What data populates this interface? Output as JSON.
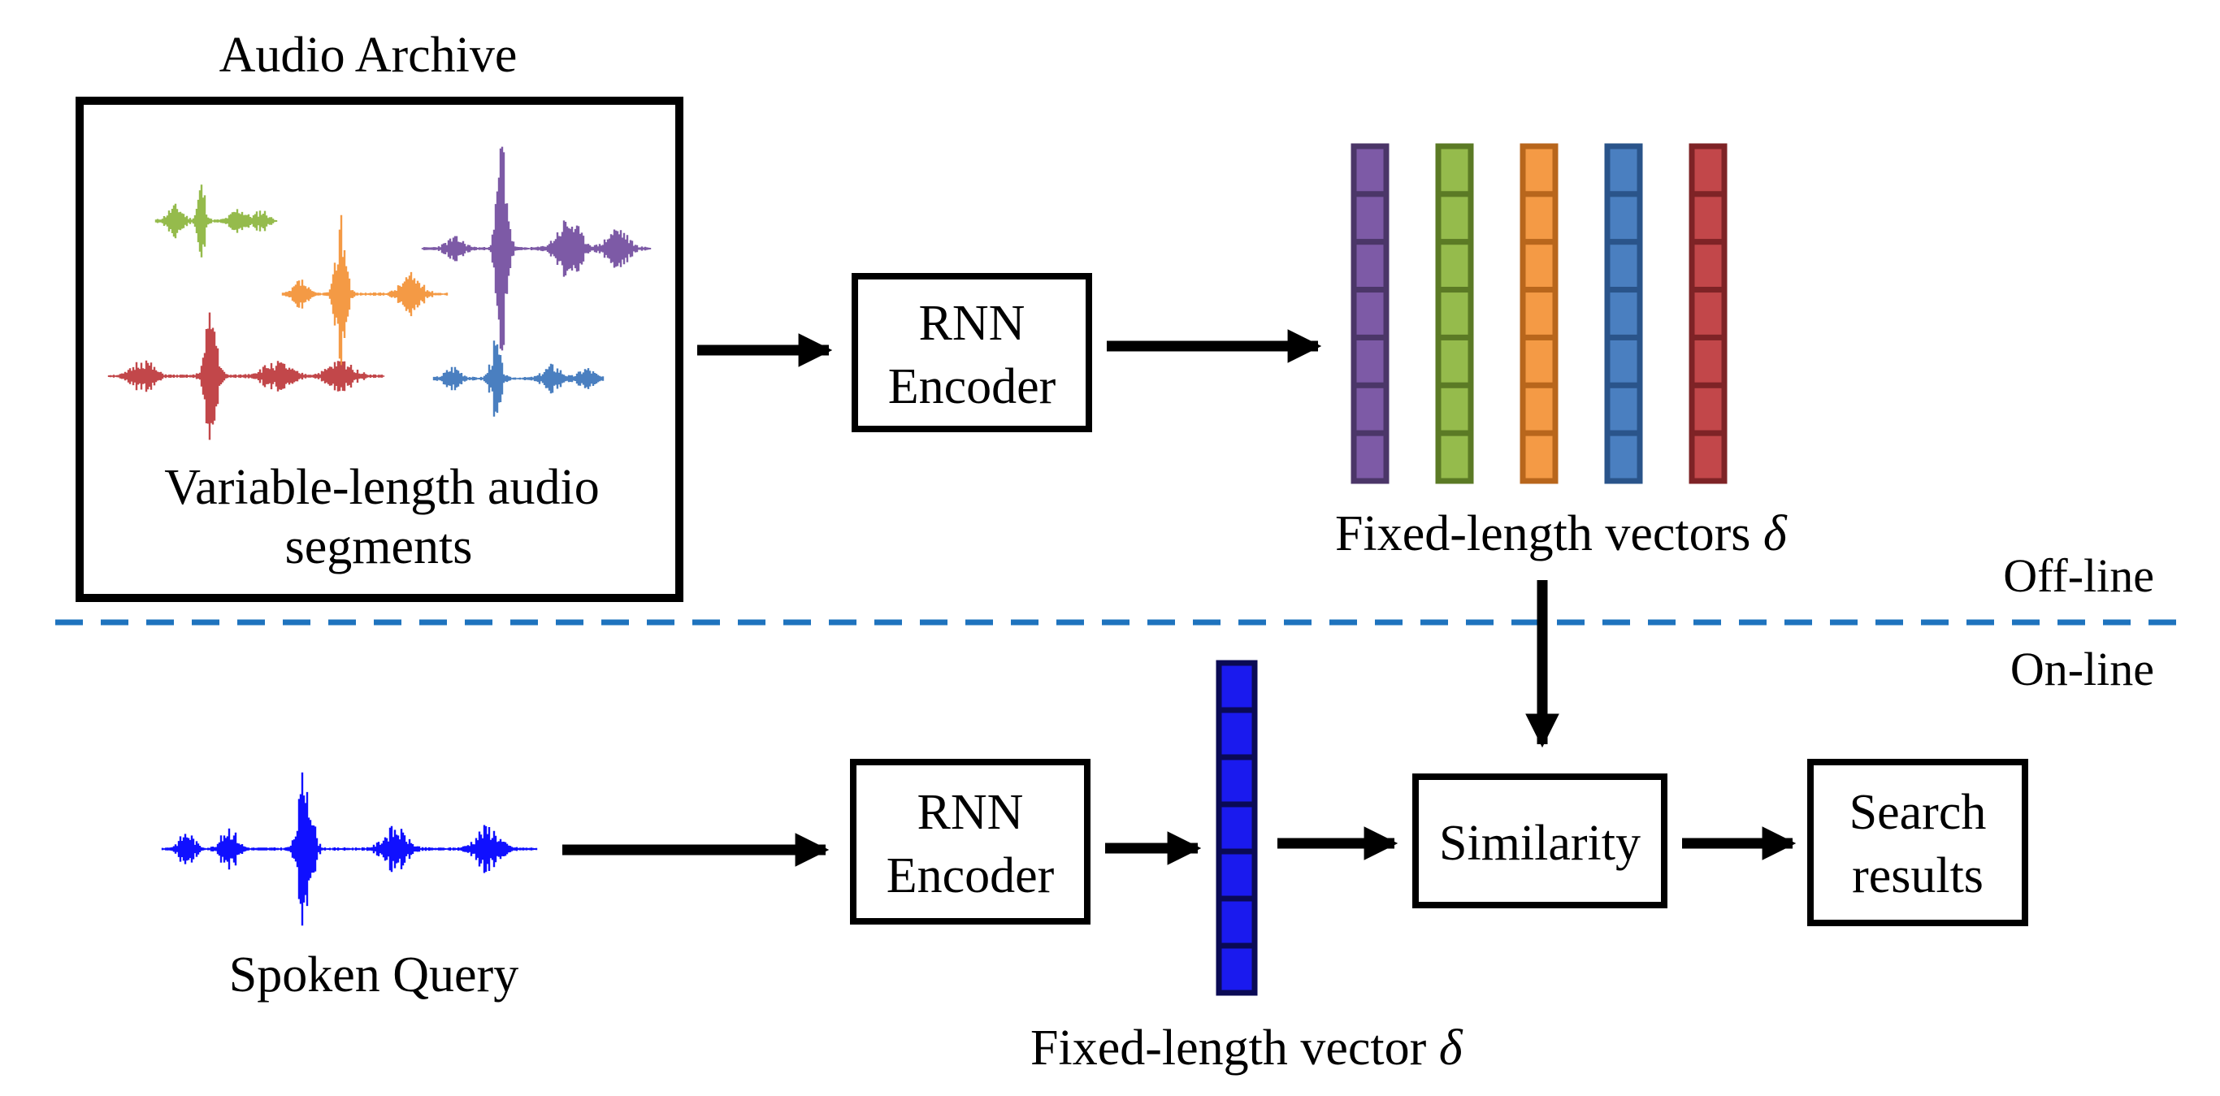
{
  "archive": {
    "title": "Audio Archive",
    "caption_line1": "Variable-length audio",
    "caption_line2": "segments"
  },
  "offline_encoder": {
    "line1": "RNN",
    "line2": "Encoder"
  },
  "offline_vectors_caption": "Fixed-length vectors",
  "delta_symbol": "δ",
  "offline_label": "Off-line",
  "online_label": "On-line",
  "query_caption": "Spoken Query",
  "online_encoder": {
    "line1": "RNN",
    "line2": "Encoder"
  },
  "online_vector_caption": "Fixed-length vector",
  "similarity_label": "Similarity",
  "results": {
    "line1": "Search",
    "line2": "results"
  },
  "colors": {
    "divider": "#1e73be",
    "query_wave": "#1010ff",
    "query_vector": "#1a1aee",
    "vectors": [
      "#7d5aa6",
      "#95bb4c",
      "#f49a45",
      "#4a7fc0",
      "#c2474a"
    ],
    "vector_borders": [
      "#4b3668",
      "#5b7a25",
      "#b8661c",
      "#2a548a",
      "#7e2326"
    ]
  },
  "icons": [
    "audio-waveform-icon",
    "arrow-right-icon",
    "arrow-down-icon"
  ]
}
